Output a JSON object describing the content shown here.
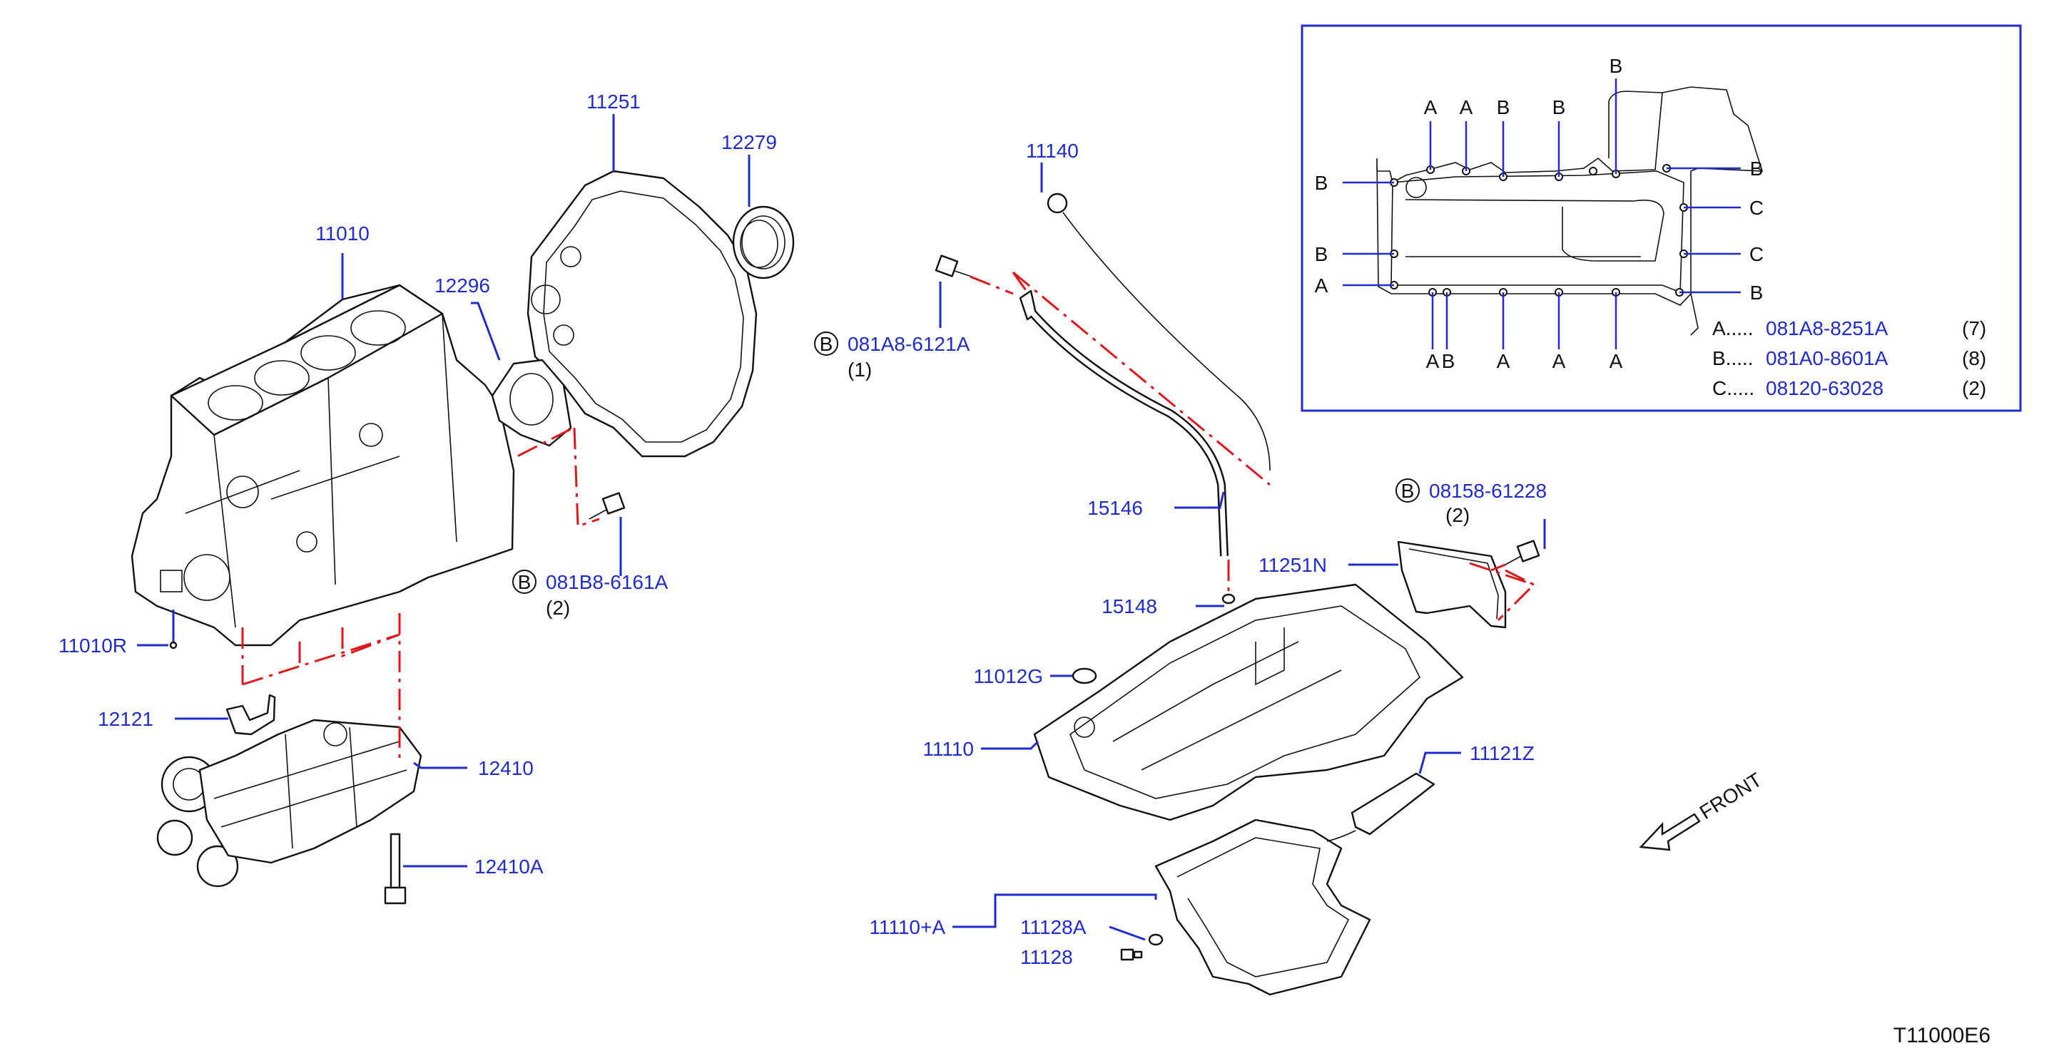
{
  "diagram_code": "T11000E6",
  "callouts": {
    "p11251": "11251",
    "p12279": "12279",
    "p11010": "11010",
    "p12296": "12296",
    "p11140": "11140",
    "p081A8_6121A": "081A8-6121A",
    "p081A8_6121A_qty": "(1)",
    "p15146": "15146",
    "p15148": "15148",
    "p081B8_6161A": "081B8-6161A",
    "p081B8_6161A_qty": "(2)",
    "p11010R": "11010R",
    "p12121": "12121",
    "p12410": "12410",
    "p12410A": "12410A",
    "p08158_61228": "08158-61228",
    "p08158_61228_qty": "(2)",
    "p11251N": "11251N",
    "p11012G": "11012G",
    "p11110": "11110",
    "p11121Z": "11121Z",
    "p11110A": "11110+A",
    "p11128A": "11128A",
    "p11128": "11128",
    "front": "FRONT",
    "circle_b": "B"
  },
  "inset": {
    "letters_top": [
      "A",
      "A",
      "B",
      "B",
      "B"
    ],
    "letters_left": [
      "B",
      "B",
      "A"
    ],
    "letters_right": [
      "B",
      "C",
      "C",
      "B"
    ],
    "letters_bottom": [
      "A",
      "B",
      "A",
      "A",
      "A"
    ],
    "legend": [
      {
        "prefix": "A.....",
        "part": "081A8-8251A",
        "qty": "(7)"
      },
      {
        "prefix": "B.....",
        "part": "081A0-8601A",
        "qty": "(8)"
      },
      {
        "prefix": "C.....",
        "part": "08120-63028",
        "qty": "(2)"
      }
    ]
  }
}
